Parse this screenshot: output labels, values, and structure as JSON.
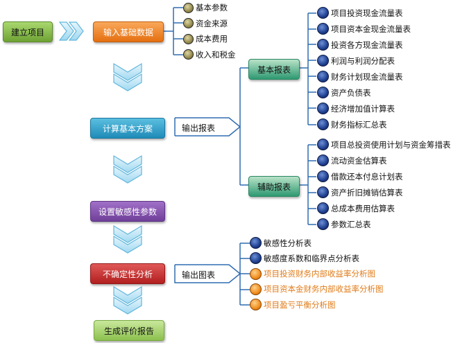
{
  "flow": {
    "start": "建立项目",
    "step1": "输入基础数据",
    "step2": "计算基本方案",
    "step3": "设置敏感性参数",
    "step4": "不确定性分析",
    "step5": "生成评价报告"
  },
  "inputs": [
    "基本参数",
    "资金来源",
    "成本费用",
    "收入和税金"
  ],
  "output_reports": {
    "label": "输出报表",
    "basic": {
      "label": "基本报表",
      "items": [
        "项目投资现金流量表",
        "项目资本金现金流量表",
        "投资各方现金流量表",
        "利润与利润分配表",
        "财务计划现金流量表",
        "资产负债表",
        "经济增加值计算表",
        "财务指标汇总表"
      ]
    },
    "aux": {
      "label": "辅助报表",
      "items": [
        "项目总投资使用计划与资金筹措表",
        "流动资金估算表",
        "借款还本付息计划表",
        "资产折旧摊销估算表",
        "总成本费用估算表",
        "参数汇总表"
      ]
    }
  },
  "output_charts": {
    "label": "输出图表",
    "items": [
      {
        "text": "敏感性分析表",
        "bullet": "blue"
      },
      {
        "text": "敏感度系数和临界点分析表",
        "bullet": "blue"
      },
      {
        "text": "项目投资财务内部收益率分析图",
        "bullet": "orange"
      },
      {
        "text": "项目资本金财务内部收益率分析图",
        "bullet": "orange"
      },
      {
        "text": "项目盈亏平衡分析图",
        "bullet": "orange"
      }
    ]
  }
}
